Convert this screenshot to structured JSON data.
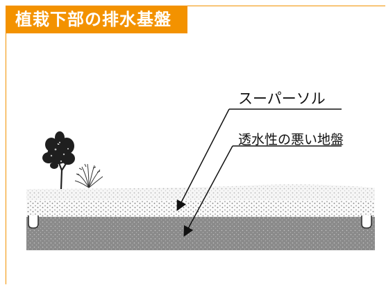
{
  "title": "植栽下部の排水基盤",
  "labels": {
    "super_soil": "スーパーソル",
    "poor_drainage_ground": "透水性の悪い地盤"
  },
  "colors": {
    "accent": "#f39200",
    "title_text": "#ffffff",
    "super_soil_layer": "#f4f4f4",
    "ground_layer": "#8a8a8a"
  },
  "icons": [
    "tree-icon",
    "shrub-icon",
    "drain-pipe-icon"
  ]
}
